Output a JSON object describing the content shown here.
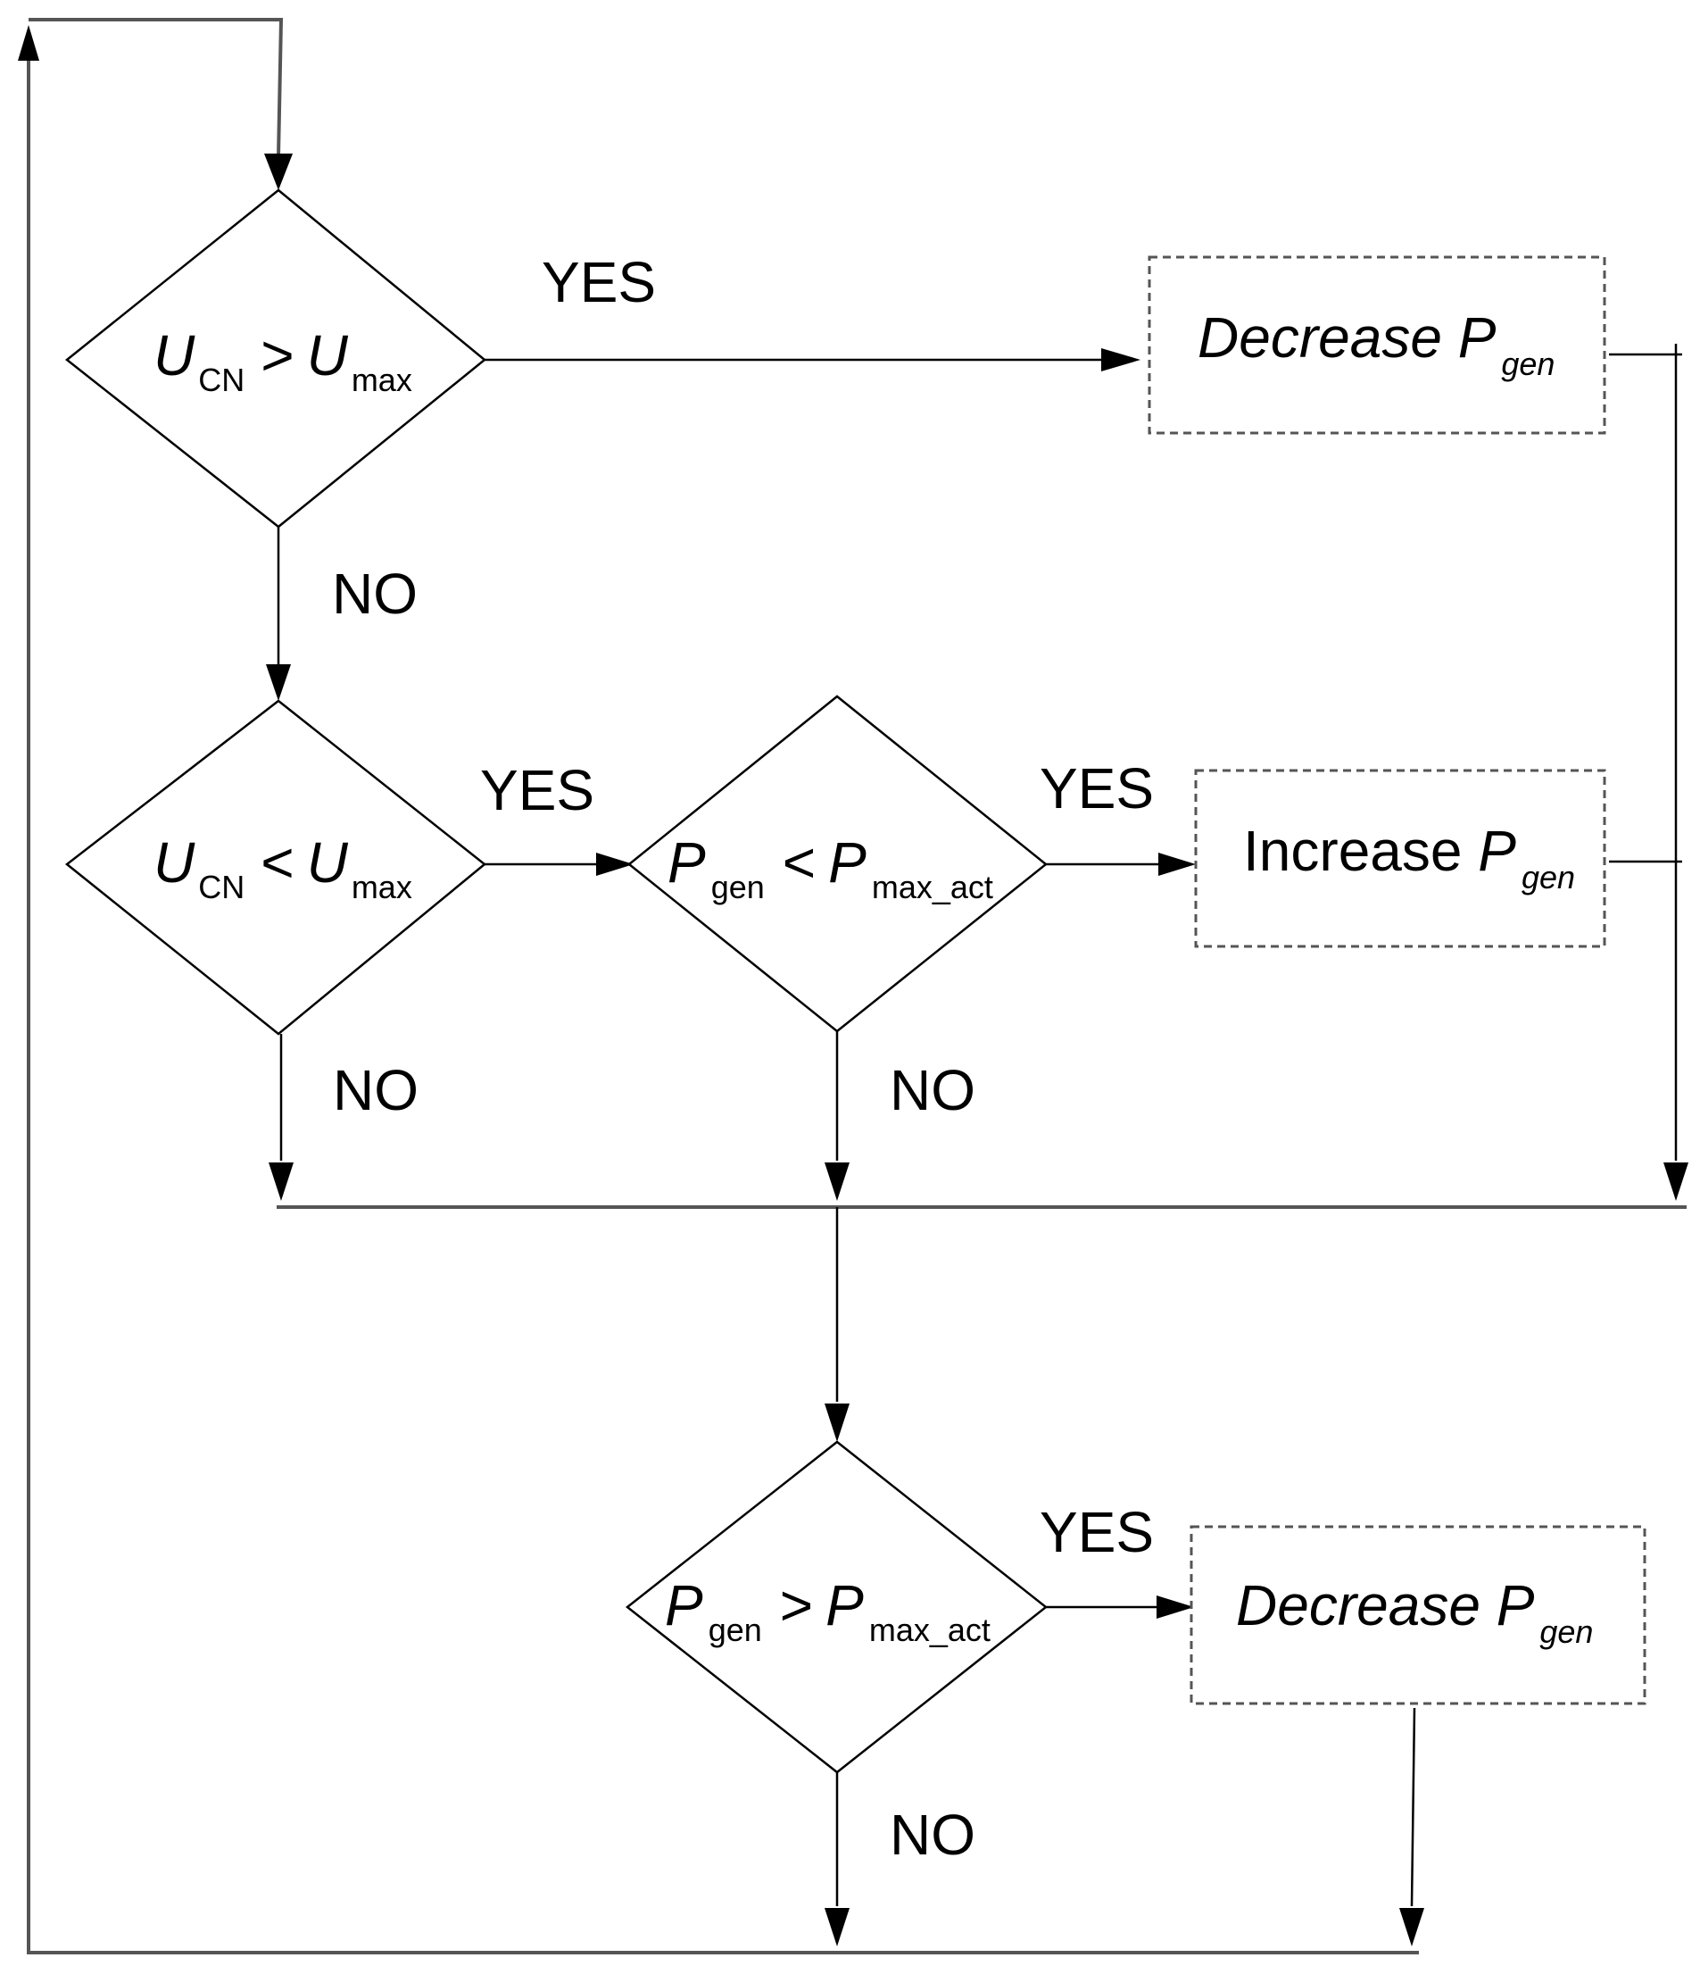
{
  "decisions": {
    "d1": {
      "lhs": "U",
      "lhs_sub": "CN",
      "op": ">",
      "rhs": "U",
      "rhs_sub": "max"
    },
    "d2": {
      "lhs": "U",
      "lhs_sub": "CN",
      "op": "<",
      "rhs": "U",
      "rhs_sub": "max"
    },
    "d3": {
      "lhs": "P",
      "lhs_sub": "gen",
      "op": "<",
      "rhs": "P",
      "rhs_sub": "max_act"
    },
    "d4": {
      "lhs": "P",
      "lhs_sub": "gen",
      "op": ">",
      "rhs": "P",
      "rhs_sub": "max_act"
    }
  },
  "actions": {
    "a1": {
      "word": "Decrease ",
      "var": "P",
      "sub": "gen"
    },
    "a2": {
      "word": "Increase ",
      "var": "P",
      "sub": "gen"
    },
    "a3": {
      "word": "Decrease ",
      "var": "P",
      "sub": "gen"
    }
  },
  "labels": {
    "yes1": "YES",
    "no1": "NO",
    "yes2": "YES",
    "yes3": "YES",
    "no2": "NO",
    "no3": "NO",
    "yes4": "YES",
    "no4": "NO"
  }
}
